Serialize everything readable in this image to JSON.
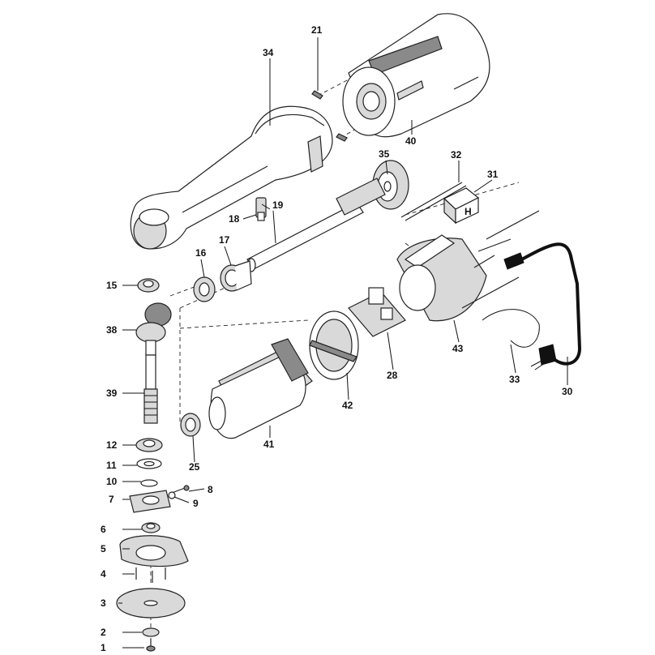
{
  "labels": {
    "p1": "1",
    "p2": "2",
    "p3": "3",
    "p4": "4",
    "p5": "5",
    "p6": "6",
    "p7": "7",
    "p8": "8",
    "p9": "9",
    "p10": "10",
    "p11": "11",
    "p12": "12",
    "p15": "15",
    "p16": "16",
    "p17": "17",
    "p18": "18",
    "p19": "19",
    "p21": "21",
    "p25": "25",
    "p28": "28",
    "p30": "30",
    "p31": "31",
    "p32": "32",
    "p33": "33",
    "p34": "34",
    "p35": "35",
    "p38": "38",
    "p39": "39",
    "p40": "40",
    "p41": "41",
    "p42": "42",
    "p43": "43"
  },
  "switch_letter": "H"
}
